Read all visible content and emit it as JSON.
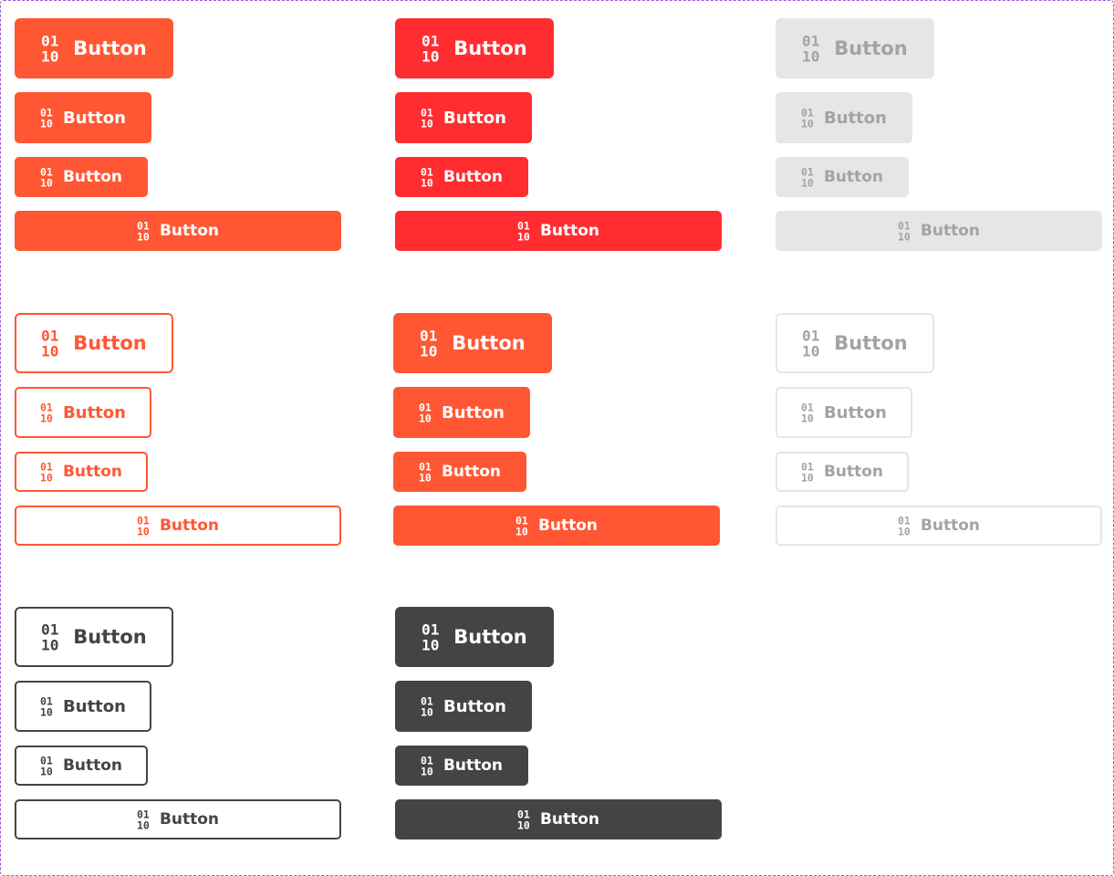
{
  "button_label": "Button",
  "icon": {
    "name": "binary-icon",
    "top": "01",
    "bottom": "10"
  },
  "colors": {
    "orange": "#ff5733",
    "red": "#ff2d30",
    "gray_bg": "#e6e6e6",
    "gray_text": "#a3a3a3",
    "dark": "#444444",
    "frame_border": "#9b59d6"
  },
  "groups": [
    {
      "name": "solid",
      "columns": [
        {
          "variant": "primary",
          "state": "default"
        },
        {
          "variant": "primary",
          "state": "hover"
        },
        {
          "variant": "primary",
          "state": "disabled"
        }
      ]
    },
    {
      "name": "outline",
      "columns": [
        {
          "variant": "outline",
          "state": "default"
        },
        {
          "variant": "outline",
          "state": "hover"
        },
        {
          "variant": "outline",
          "state": "disabled"
        }
      ]
    },
    {
      "name": "dark",
      "columns": [
        {
          "variant": "dark-outline",
          "state": "default"
        },
        {
          "variant": "dark-outline",
          "state": "hover"
        }
      ]
    }
  ],
  "sizes": [
    "large",
    "medium",
    "small",
    "block"
  ]
}
